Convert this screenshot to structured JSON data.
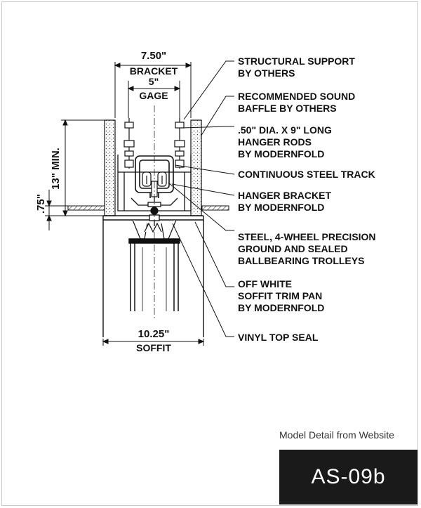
{
  "dimensions": {
    "bracket_width": "7.50\"",
    "bracket_label": "BRACKET",
    "gage_width": "5\"",
    "gage_label": "GAGE",
    "min_height": "13\" MIN.",
    "offset": ".75\"",
    "soffit_width": "10.25\"",
    "soffit_label": "SOFFIT"
  },
  "callouts": [
    {
      "lines": [
        "STRUCTURAL SUPPORT",
        "BY OTHERS"
      ]
    },
    {
      "lines": [
        "RECOMMENDED SOUND",
        "BAFFLE BY OTHERS"
      ]
    },
    {
      "lines": [
        ".50\" DIA. X 9\" LONG",
        "HANGER RODS",
        "BY MODERNFOLD"
      ]
    },
    {
      "lines": [
        "CONTINUOUS STEEL TRACK"
      ]
    },
    {
      "lines": [
        "HANGER BRACKET",
        "BY MODERNFOLD"
      ]
    },
    {
      "lines": [
        "STEEL, 4-WHEEL PRECISION",
        "GROUND AND SEALED",
        "BALLBEARING TROLLEYS"
      ]
    },
    {
      "lines": [
        "OFF WHITE",
        "SOFFIT TRIM PAN",
        "BY MODERNFOLD"
      ]
    },
    {
      "lines": [
        "VINYL TOP SEAL"
      ]
    }
  ],
  "caption": "Model Detail from Website",
  "model_code": "AS-09b"
}
